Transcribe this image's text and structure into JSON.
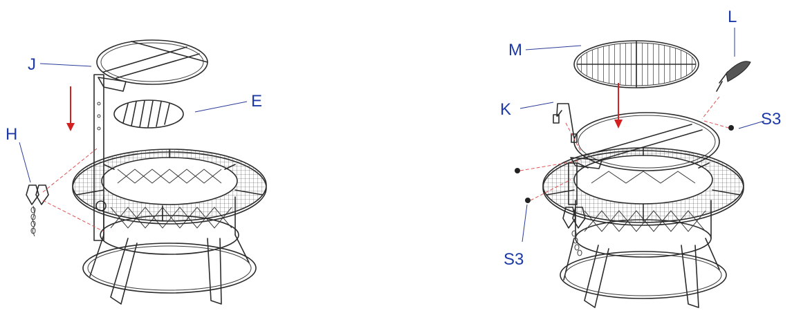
{
  "labels": {
    "J": "J",
    "E": "E",
    "H": "H",
    "M": "M",
    "L": "L",
    "K": "K",
    "S3_top": "S3",
    "S3_bottom": "S3"
  },
  "colors": {
    "label": "#1d3aa6",
    "leader": "#2a3c99",
    "arrow": "#d42020",
    "guide": "#e05252",
    "line": "#2b2b2b"
  }
}
